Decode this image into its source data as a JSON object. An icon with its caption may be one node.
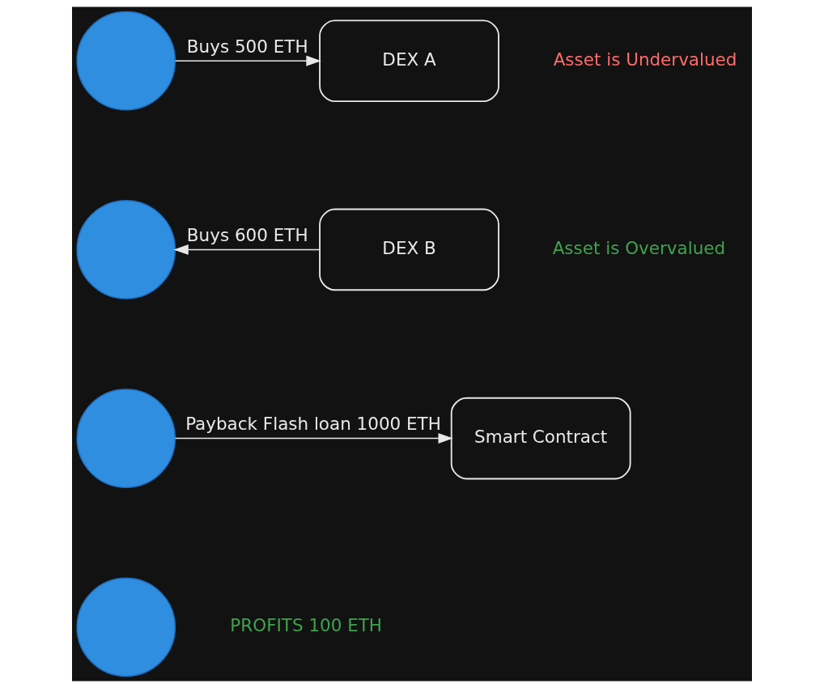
{
  "diagram": {
    "nodes": [
      {
        "text": [],
        "shape": "person"
      },
      {
        "text": [],
        "shape": "person"
      },
      {
        "text": [],
        "shape": "person"
      },
      {
        "text": [],
        "shape": "person",
        "beside": [
          "PROFITS 100 ETH"
        ]
      },
      {
        "text": [
          "DEX A"
        ],
        "beside": [
          "Asset is Undervalued"
        ]
      },
      {
        "text": [
          "DEX B"
        ],
        "beside": [
          "Asset is Overvalued"
        ]
      },
      {
        "text": [
          "Smart Contract"
        ]
      }
    ],
    "edges": [
      {
        "from": 0,
        "to": 4,
        "arrow": "to",
        "label": "Buys 500 ETH"
      },
      {
        "from": 5,
        "to": 1,
        "arrow": "to",
        "label": "Buys 600 ETH"
      },
      {
        "from": 2,
        "to": 6,
        "arrow": "to",
        "label": "Payback Flash loan 1000 ETH"
      }
    ]
  }
}
